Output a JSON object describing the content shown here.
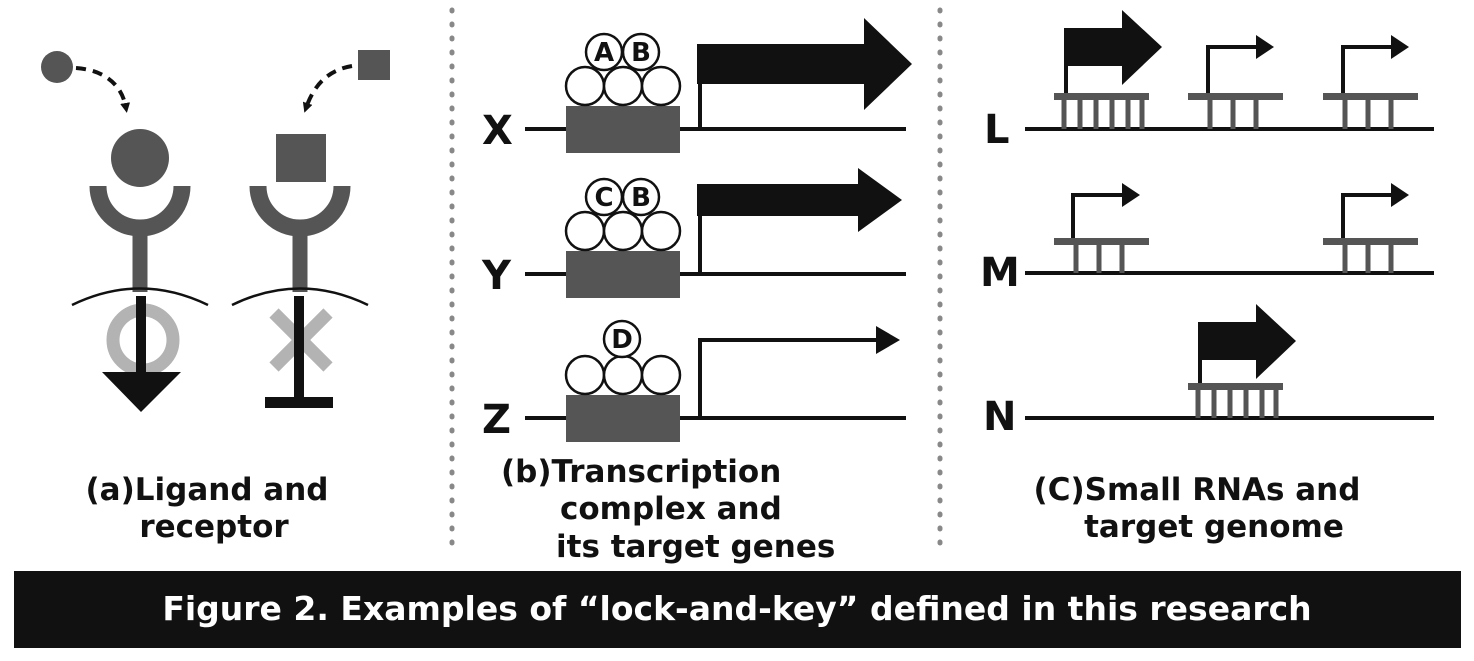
{
  "figure": {
    "title": "Figure 2. Examples of “lock-and-key” defined in this research",
    "colors": {
      "dark": "#111111",
      "receptor": "#555555",
      "faded": "#b3b3b3",
      "title_bar": "#111111",
      "divider": "#888888"
    },
    "panel_a": {
      "caption": [
        "(a)Ligand and",
        "receptor"
      ]
    },
    "panel_b": {
      "caption": [
        "(b)Transcription",
        "complex and",
        "its target genes"
      ],
      "rows": [
        {
          "label": "X",
          "factors": [
            "A",
            "B"
          ]
        },
        {
          "label": "Y",
          "factors": [
            "C",
            "B"
          ]
        },
        {
          "label": "Z",
          "factors": [
            "D"
          ]
        }
      ]
    },
    "panel_c": {
      "caption": [
        "(C)Small RNAs and",
        "target genome"
      ],
      "rows": [
        {
          "label": "L"
        },
        {
          "label": "M"
        },
        {
          "label": "N"
        }
      ]
    }
  }
}
